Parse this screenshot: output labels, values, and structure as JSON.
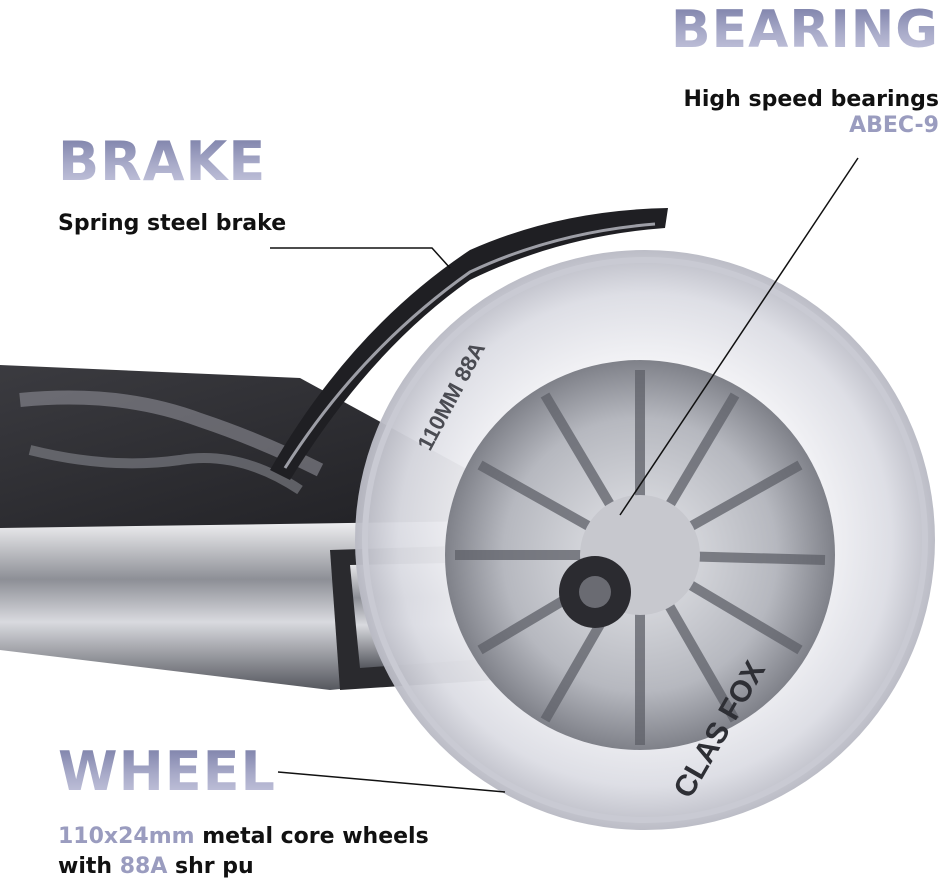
{
  "callouts": {
    "bearing": {
      "title": "BEARING",
      "line1": "High speed bearings",
      "line2": "ABEC-9"
    },
    "brake": {
      "title": "BRAKE",
      "line1": "Spring steel brake"
    },
    "wheel": {
      "title": "WHEEL",
      "line1_accent": "110x24mm",
      "line1_rest": " metal core wheels",
      "line2_pre": "with ",
      "line2_accent": "88A",
      "line2_post": " shr pu"
    }
  },
  "wheel_markings": {
    "size_text": "110MM  88A",
    "brand_text": "CLAS FOX"
  },
  "colors": {
    "heading_gradient_top": "#7b7fa8",
    "heading_gradient_bottom": "#c6c7de",
    "accent_text": "#9a9cbf",
    "body_text": "#111111",
    "leader_line": "#111111"
  }
}
